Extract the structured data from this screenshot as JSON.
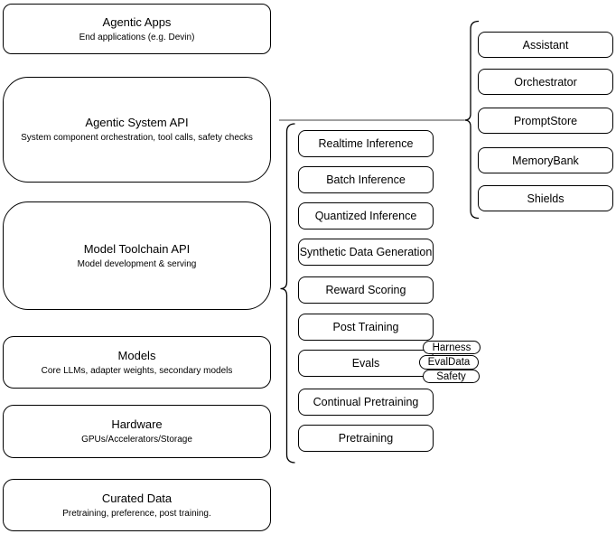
{
  "diagram": {
    "left_column": [
      {
        "title": "Agentic Apps",
        "subtitle": "End applications (e.g. Devin)"
      },
      {
        "title": "Agentic System API",
        "subtitle": "System component orchestration, tool calls, safety checks"
      },
      {
        "title": "Model Toolchain API",
        "subtitle": "Model development & serving"
      },
      {
        "title": "Models",
        "subtitle": "Core LLMs, adapter weights, secondary models"
      },
      {
        "title": "Hardware",
        "subtitle": "GPUs/Accelerators/Storage"
      },
      {
        "title": "Curated Data",
        "subtitle": "Pretraining, preference, post training."
      }
    ],
    "toolchain_items": [
      "Realtime Inference",
      "Batch Inference",
      "Quantized Inference",
      "Synthetic Data Generation",
      "Reward Scoring",
      "Post Training",
      "Evals",
      "Continual Pretraining",
      "Pretraining"
    ],
    "eval_tags": [
      "Harness",
      "EvalData",
      "Safety"
    ],
    "system_components": [
      "Assistant",
      "Orchestrator",
      "PromptStore",
      "MemoryBank",
      "Shields"
    ],
    "colors": {
      "background": "#ffffff",
      "box_fill": "#ffffff",
      "box_border": "#000000",
      "bracket": "#000000",
      "connector_line": "#808080",
      "text": "#000000"
    }
  }
}
